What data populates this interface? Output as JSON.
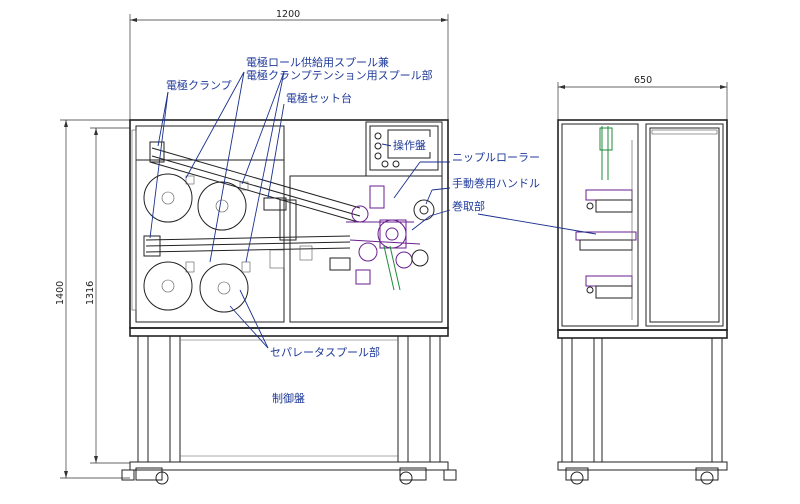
{
  "dimensions": {
    "front_width": "1200",
    "side_width": "650",
    "total_height": "1400",
    "frame_height": "1316"
  },
  "labels": {
    "spool_supply_line1": "電極ロール供給用スプール兼",
    "spool_supply_line2": "電極クランプテンション用スプール部",
    "electrode_clamp": "電極クランプ",
    "electrode_set_table": "電極セット台",
    "operation_panel": "操作盤",
    "nip_roller": "ニップルローラー",
    "manual_handle": "手動巻用ハンドル",
    "winding_unit": "巻取部",
    "separator_spool": "セパレータスプール部",
    "control_panel": "制御盤"
  },
  "colors": {
    "outline": "#222222",
    "label_text": "#1f3a9a",
    "mechanism": "#6a1f8f",
    "mechanism_alt": "#1f8a3a"
  }
}
